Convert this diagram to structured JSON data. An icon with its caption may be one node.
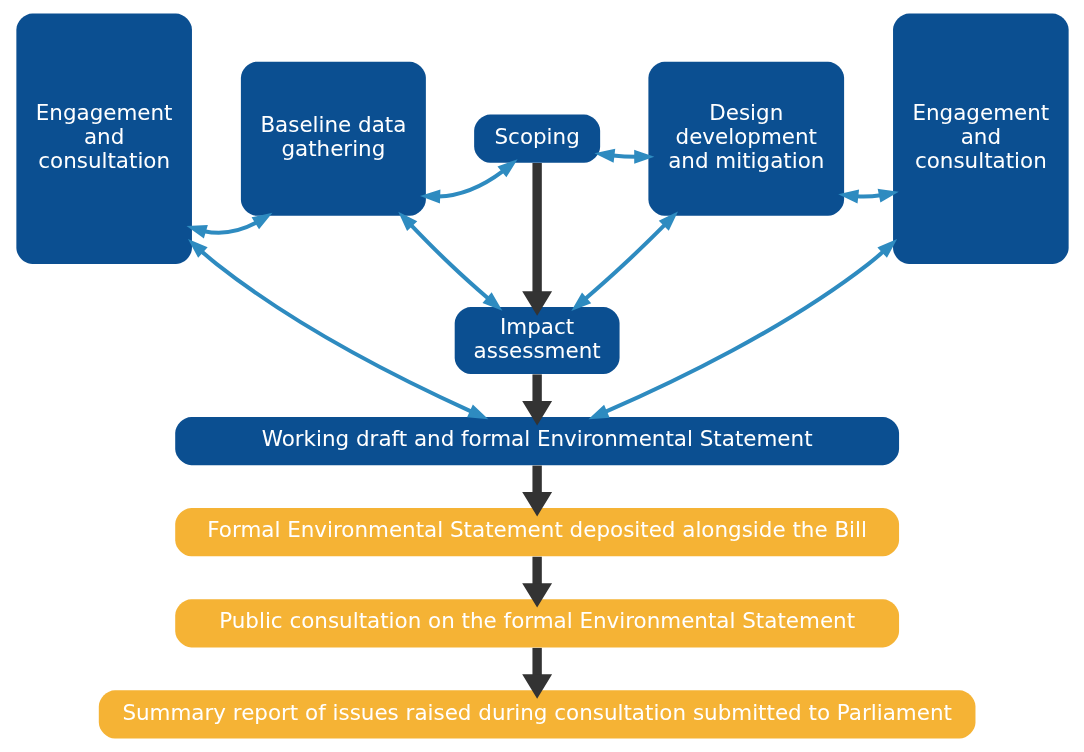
{
  "diagram": {
    "nodes": [
      {
        "text": [
          "Engagement and consultation"
        ]
      },
      {
        "text": [
          "Baseline data gathering"
        ]
      },
      {
        "text": [
          "Scoping"
        ]
      },
      {
        "text": [
          "Impact assessment"
        ]
      },
      {
        "text": [
          "Design development and mitigation"
        ]
      },
      {
        "text": [
          "Engagement and consultation"
        ]
      },
      {
        "text": [
          "Working draft and formal Environmental Statement"
        ]
      },
      {
        "text": [
          "Formal Environmental Statement deposited alongside the Bill"
        ]
      },
      {
        "text": [
          "Public consultation on the formal Environmental Statement"
        ]
      },
      {
        "text": [
          "Summary report of issues raised during consultation submitted to Parliament"
        ]
      }
    ],
    "edges": [
      {
        "from": 0,
        "to": 1,
        "arrow": "both"
      },
      {
        "from": 1,
        "to": 2,
        "arrow": "both"
      },
      {
        "from": 2,
        "to": 4,
        "arrow": "both"
      },
      {
        "from": 4,
        "to": 5,
        "arrow": "both"
      },
      {
        "from": 1,
        "to": 3,
        "arrow": "both"
      },
      {
        "from": 3,
        "to": 4,
        "arrow": "both"
      },
      {
        "from": 0,
        "to": 6,
        "arrow": "both"
      },
      {
        "from": 6,
        "to": 5,
        "arrow": "both"
      },
      {
        "from": 2,
        "to": 3,
        "arrow": "to",
        "style": "thick",
        "color": "#333333"
      },
      {
        "from": 3,
        "to": 6,
        "arrow": "to",
        "style": "thick",
        "color": "#333333"
      },
      {
        "from": 6,
        "to": 7,
        "arrow": "to",
        "style": "thick",
        "color": "#333333"
      },
      {
        "from": 7,
        "to": 8,
        "arrow": "to",
        "style": "thick",
        "color": "#333333"
      },
      {
        "from": 8,
        "to": 9,
        "arrow": "to",
        "style": "thick",
        "color": "#333333"
      }
    ]
  }
}
